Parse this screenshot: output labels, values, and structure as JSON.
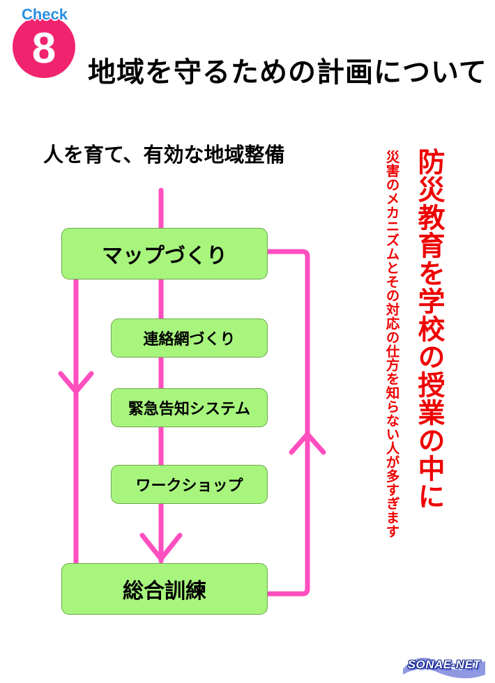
{
  "badge": {
    "label": "Check",
    "number": "8",
    "color": "#f0246e",
    "label_color": "#2b8fe0"
  },
  "header": {
    "title": "地域を守るための計画について"
  },
  "diagram": {
    "subtitle": "人を育て、有効な地域整備",
    "nodes": [
      {
        "id": "map",
        "label": "マップづくり"
      },
      {
        "id": "network",
        "label": "連絡網づくり"
      },
      {
        "id": "alert",
        "label": "緊急告知システム"
      },
      {
        "id": "workshop",
        "label": "ワークショップ"
      },
      {
        "id": "drill",
        "label": "総合訓練"
      }
    ],
    "edges": [
      {
        "from": "map",
        "to": "drill",
        "direction": "down",
        "side": "left"
      },
      {
        "from": "map",
        "to": "drill",
        "direction": "down",
        "side": "center",
        "via": [
          "network",
          "alert",
          "workshop"
        ]
      },
      {
        "from": "drill",
        "to": "map",
        "direction": "up",
        "side": "right"
      }
    ],
    "line_color": "#ff4fbf",
    "box_color": "#a8f57e"
  },
  "sidebar": {
    "headline": "防災教育を学校の授業の中に",
    "note": "災害のメカニズムとその対応の仕方を知らない人が多すぎます",
    "color": "#ee0000"
  },
  "footer": {
    "logo_text": "SONAE-NET"
  }
}
